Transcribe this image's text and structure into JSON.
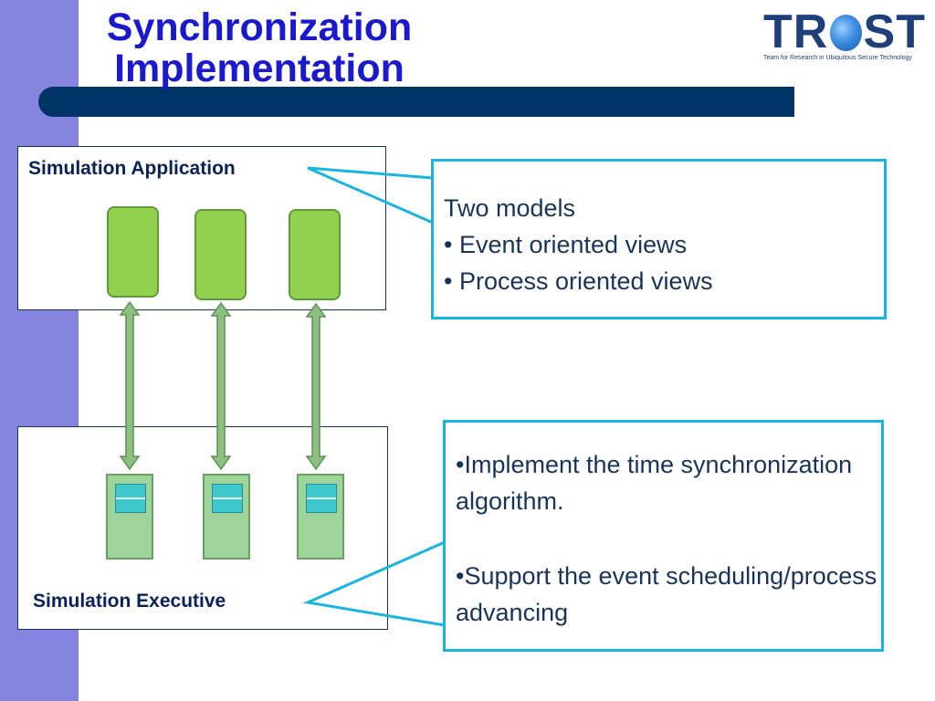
{
  "title": {
    "line1": "Synchronization",
    "line2": "Implementation"
  },
  "logo": {
    "word_left": "TR",
    "word_right": "ST",
    "tagline": "Team for Research in Ubiquitous Secure Technology"
  },
  "simulation_application": {
    "label": "Simulation Application",
    "module_count": 3
  },
  "simulation_executive": {
    "label": "Simulation Executive",
    "module_count": 3
  },
  "callout_models": {
    "heading": "Two models",
    "items": [
      "• Event oriented views",
      "• Process oriented views"
    ]
  },
  "callout_executive": {
    "items": [
      "•Implement the time synchronization algorithm.",
      "•Support the event scheduling/process advancing"
    ]
  },
  "colors": {
    "title": "#1a1acc",
    "title_bar": "#003366",
    "left_bar": "#8585e0",
    "module_green": "#92d050",
    "exec_green": "#9ed39a",
    "slot_cyan": "#3cc8cc",
    "callout_border": "#1ab4e0",
    "arrow_fill": "#8cc080"
  }
}
